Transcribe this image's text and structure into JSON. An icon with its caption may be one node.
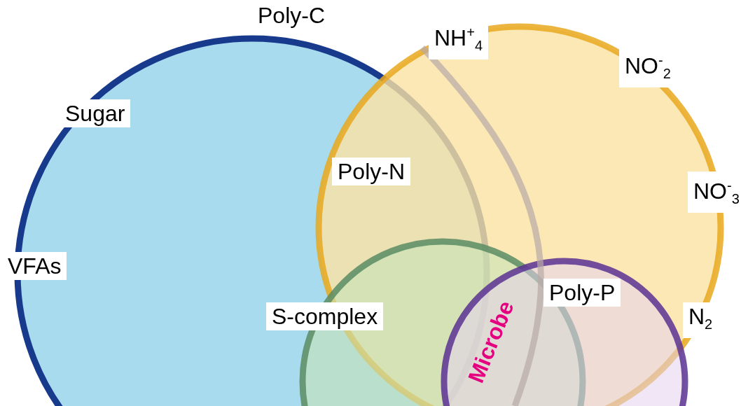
{
  "diagram": {
    "nodes": [
      {
        "text": [
          "Poly-C",
          "Sugar",
          "VFAs"
        ]
      },
      {
        "text": [
          "NH$^{+}$$_{4}$",
          "NO$^{-}$$_{2}$",
          "Poly-N",
          "NO$^{-}$$_{3}$",
          "N$_{2}$"
        ]
      },
      {
        "text": [
          "S-complex"
        ]
      },
      {
        "text": [
          "Poly-P"
        ]
      }
    ],
    "labels": [
      "Microbe"
    ]
  }
}
